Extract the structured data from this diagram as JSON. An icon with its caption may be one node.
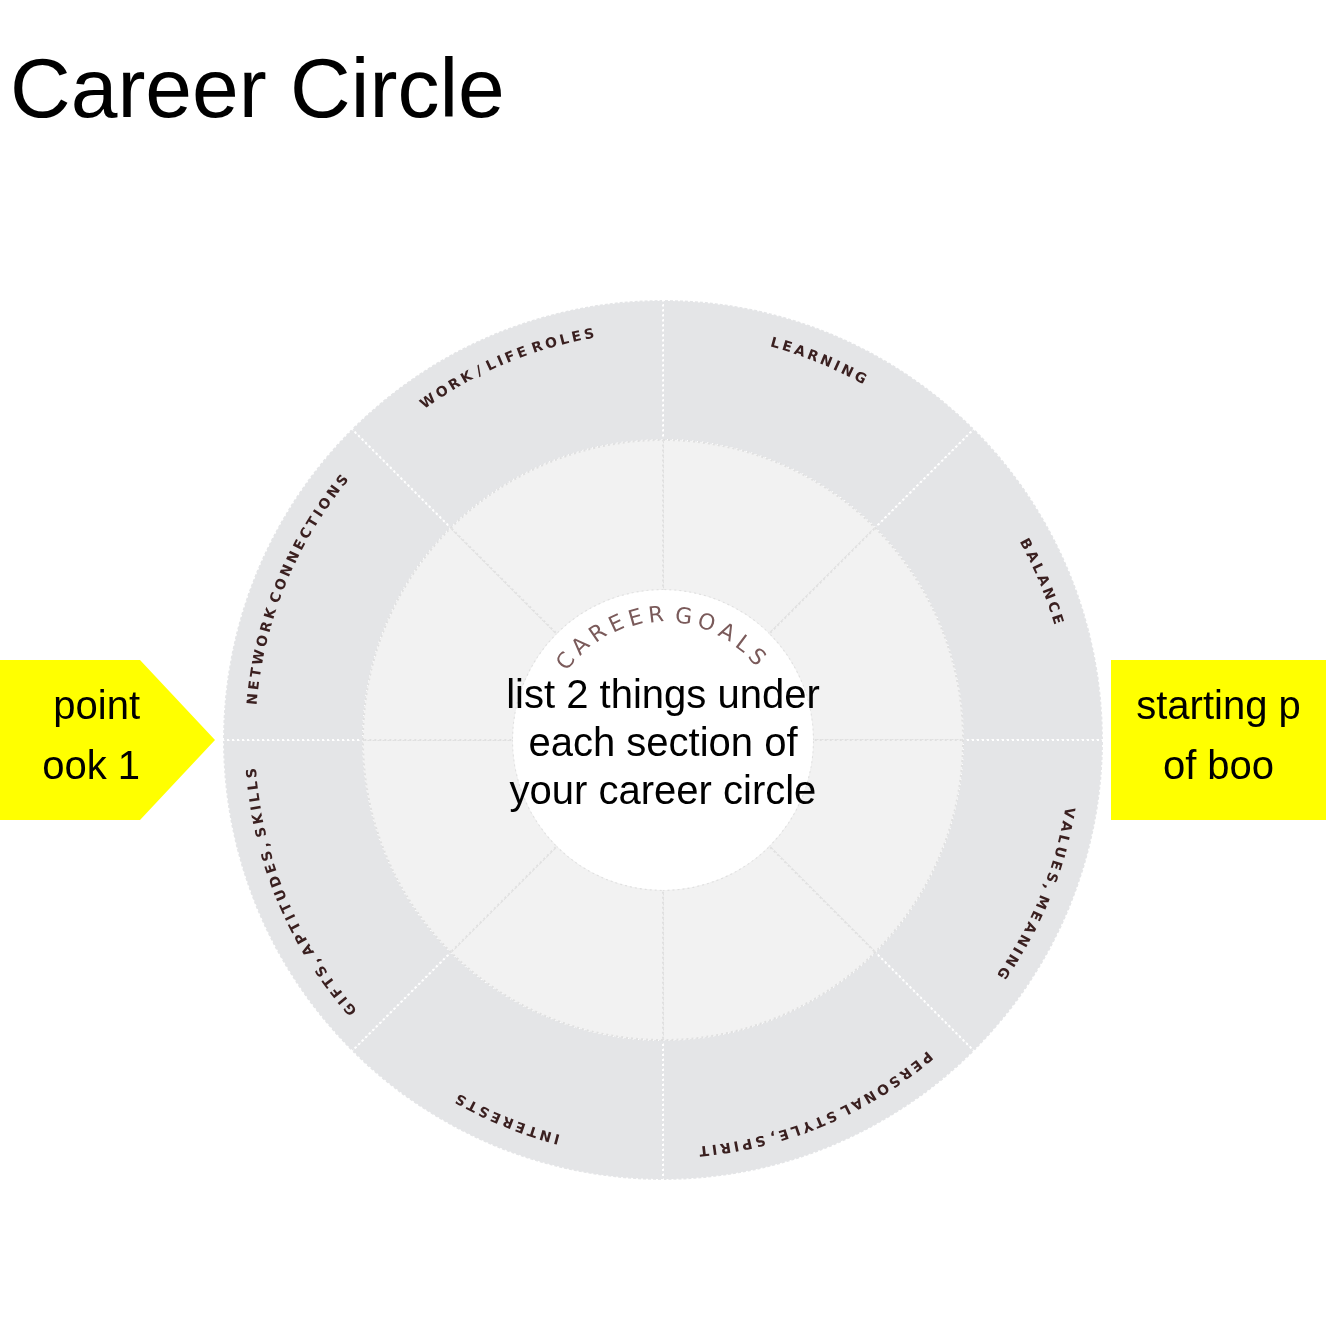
{
  "diagram": {
    "title": "Career Circle",
    "nodes": [
      {
        "text": [
          "LEARNING"
        ]
      },
      {
        "text": [
          "BALANCE"
        ]
      },
      {
        "text": [
          "VALUES, MEANING"
        ]
      },
      {
        "text": [
          "PERSONAL STYLE, SPIRIT"
        ]
      },
      {
        "text": [
          "INTERESTS"
        ]
      },
      {
        "text": [
          "GIFTS, APTITUDES, SKILLS"
        ]
      },
      {
        "text": [
          "NETWORK CONNECTIONS"
        ]
      },
      {
        "text": [
          "WORK / LIFE ROLES"
        ]
      },
      {
        "text": [
          "CAREER GOALS"
        ]
      },
      {
        "text": [
          "point ook 1"
        ]
      },
      {
        "text": [
          "starting p of boo"
        ]
      }
    ],
    "edges": [],
    "labels": [
      "list 2 things under each section of your career circle"
    ]
  }
}
